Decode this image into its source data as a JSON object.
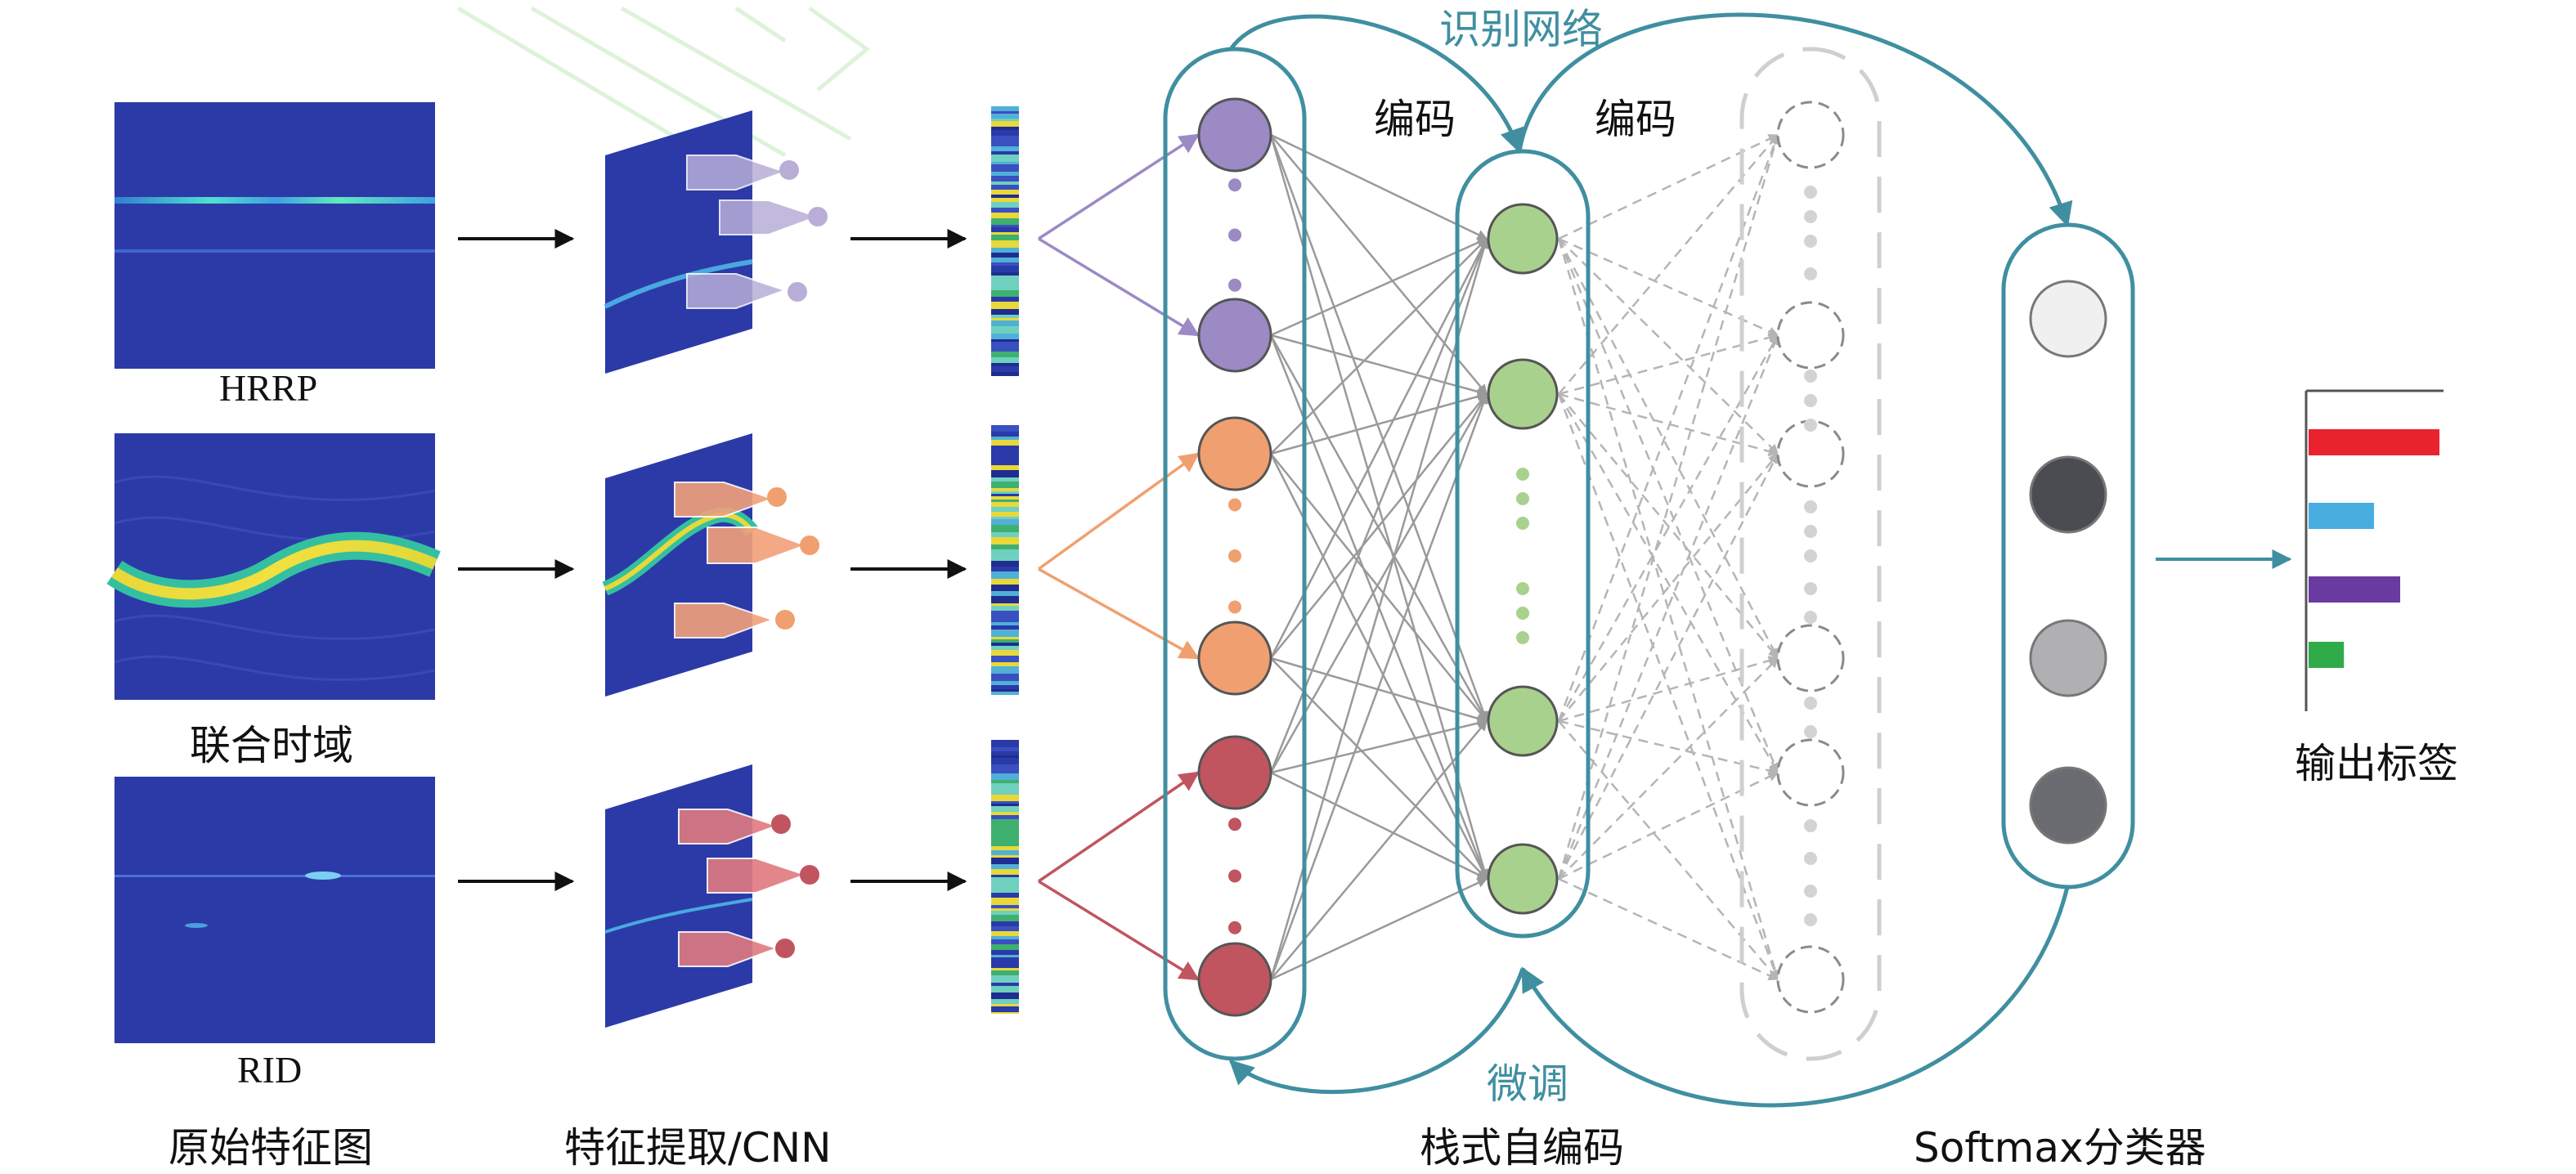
{
  "labels": {
    "hrrp": "HRRP",
    "joint": "联合时域",
    "rid": "RID",
    "raw_features": "原始特征图",
    "feature_extraction": "特征提取/CNN",
    "stacked_autoencoder": "栈式自编码",
    "softmax_classifier": "Softmax分类器",
    "output_label": "输出标签",
    "recognition_network": "识别网络",
    "encode_1": "编码",
    "encode_2": "编码",
    "fine_tune": "微调"
  },
  "colors": {
    "spectrogram_bg": "#2c3aa8",
    "purple": "#9b8ac4",
    "orange": "#f0a070",
    "red": "#c05560",
    "green": "#a9d18e",
    "teal": "#3f8fa0",
    "gray": "#9a9a9a"
  },
  "output_bars": [
    {
      "color": "#e8232d",
      "value": 1.0
    },
    {
      "color": "#4aade0",
      "value": 0.5
    },
    {
      "color": "#6a3aa0",
      "value": 0.7
    },
    {
      "color": "#2fab4a",
      "value": 0.27
    }
  ],
  "softmax_nodes": [
    "#f0f0f0",
    "#4a4c52",
    "#b0b0b3",
    "#6a6c72"
  ]
}
